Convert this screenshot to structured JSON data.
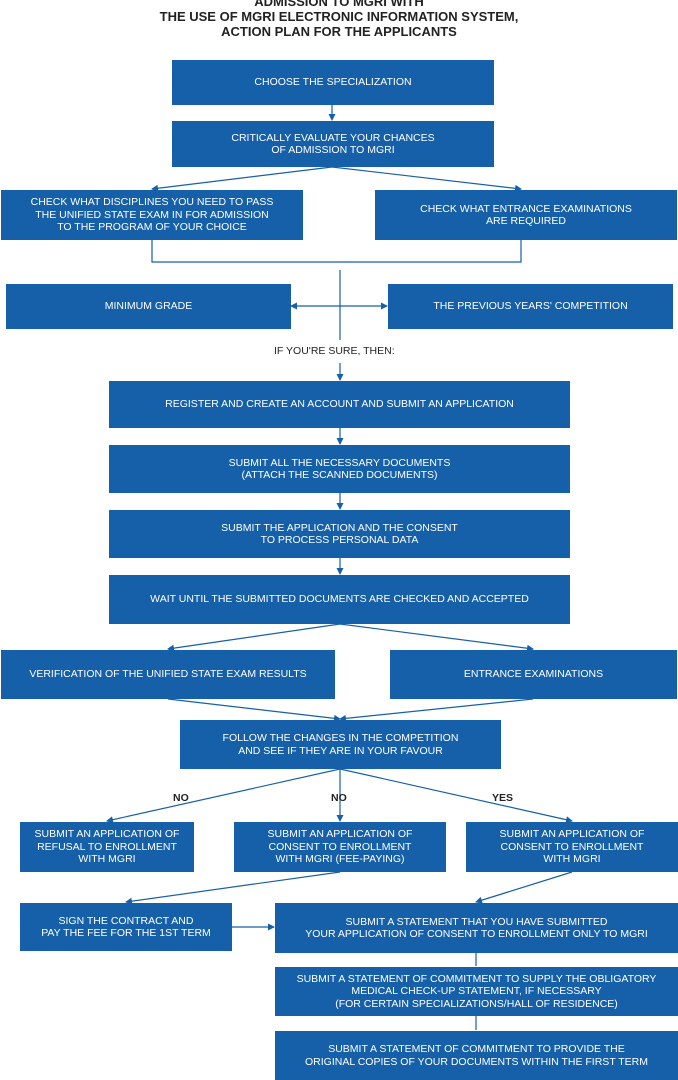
{
  "title": {
    "line1": "ADMISSION TO MGRI WITH",
    "line2": "THE USE OF MGRI ELECTRONIC INFORMATION SYSTEM,",
    "line3": "ACTION PLAN FOR THE APPLICANTS"
  },
  "steps": {
    "choose_specialization": "CHOOSE THE SPECIALIZATION",
    "evaluate_chances": "CRITICALLY EVALUATE YOUR CHANCES\nOF ADMISSION TO MGRI",
    "check_disciplines": "CHECK WHAT DISCIPLINES YOU NEED TO PASS\nTHE UNIFIED STATE EXAM IN FOR ADMISSION\nTO THE PROGRAM OF YOUR CHOICE",
    "check_exams": "CHECK WHAT ENTRANCE EXAMINATIONS\nARE REQUIRED",
    "minimum_grade": "MINIMUM GRADE",
    "previous_competition": "THE PREVIOUS YEARS' COMPETITION",
    "if_sure": "IF YOU'RE SURE, THEN:",
    "register": "REGISTER AND CREATE AN ACCOUNT AND SUBMIT AN APPLICATION",
    "submit_documents": "SUBMIT ALL THE NECESSARY DOCUMENTS\n(ATTACH THE SCANNED DOCUMENTS)",
    "submit_consent": "SUBMIT THE APPLICATION AND THE CONSENT\nTO PROCESS PERSONAL DATA",
    "wait": "WAIT UNTIL THE SUBMITTED DOCUMENTS ARE CHECKED AND ACCEPTED",
    "verification": "VERIFICATION OF THE UNIFIED STATE EXAM RESULTS",
    "entrance_exams": "ENTRANCE EXAMINATIONS",
    "follow_changes": "FOLLOW THE CHANGES IN THE COMPETITION\nAND SEE IF THEY ARE IN YOUR FAVOUR",
    "no_left": "NO",
    "no_middle": "NO",
    "yes_right": "YES",
    "refusal": "SUBMIT AN APPLICATION OF\nREFUSAL TO ENROLLMENT\nWITH MGRI",
    "consent_fee": "SUBMIT AN APPLICATION OF\nCONSENT TO ENROLLMENT\nWITH MGRI (FEE-PAYING)",
    "consent": "SUBMIT AN APPLICATION OF\nCONSENT TO ENROLLMENT\nWITH MGRI",
    "sign_contract": "SIGN THE CONTRACT AND\nPAY THE FEE FOR THE 1ST TERM",
    "statement_only_mgri": "SUBMIT A STATEMENT THAT YOU HAVE SUBMITTED\nYOUR APPLICATION OF CONSENT TO ENROLLMENT ONLY TO MGRI",
    "statement_medical": "SUBMIT A STATEMENT OF COMMITMENT TO SUPPLY THE OBLIGATORY\nMEDICAL CHECK-UP STATEMENT, IF NECESSARY\n(FOR CERTAIN SPECIALIZATIONS/HALL OF RESIDENCE)",
    "statement_originals": "SUBMIT A STATEMENT OF COMMITMENT TO PROVIDE THE\nORIGINAL COPIES OF YOUR DOCUMENTS WITHIN THE FIRST TERM"
  },
  "colors": {
    "box": "#1560a8",
    "line": "#1560a8"
  }
}
